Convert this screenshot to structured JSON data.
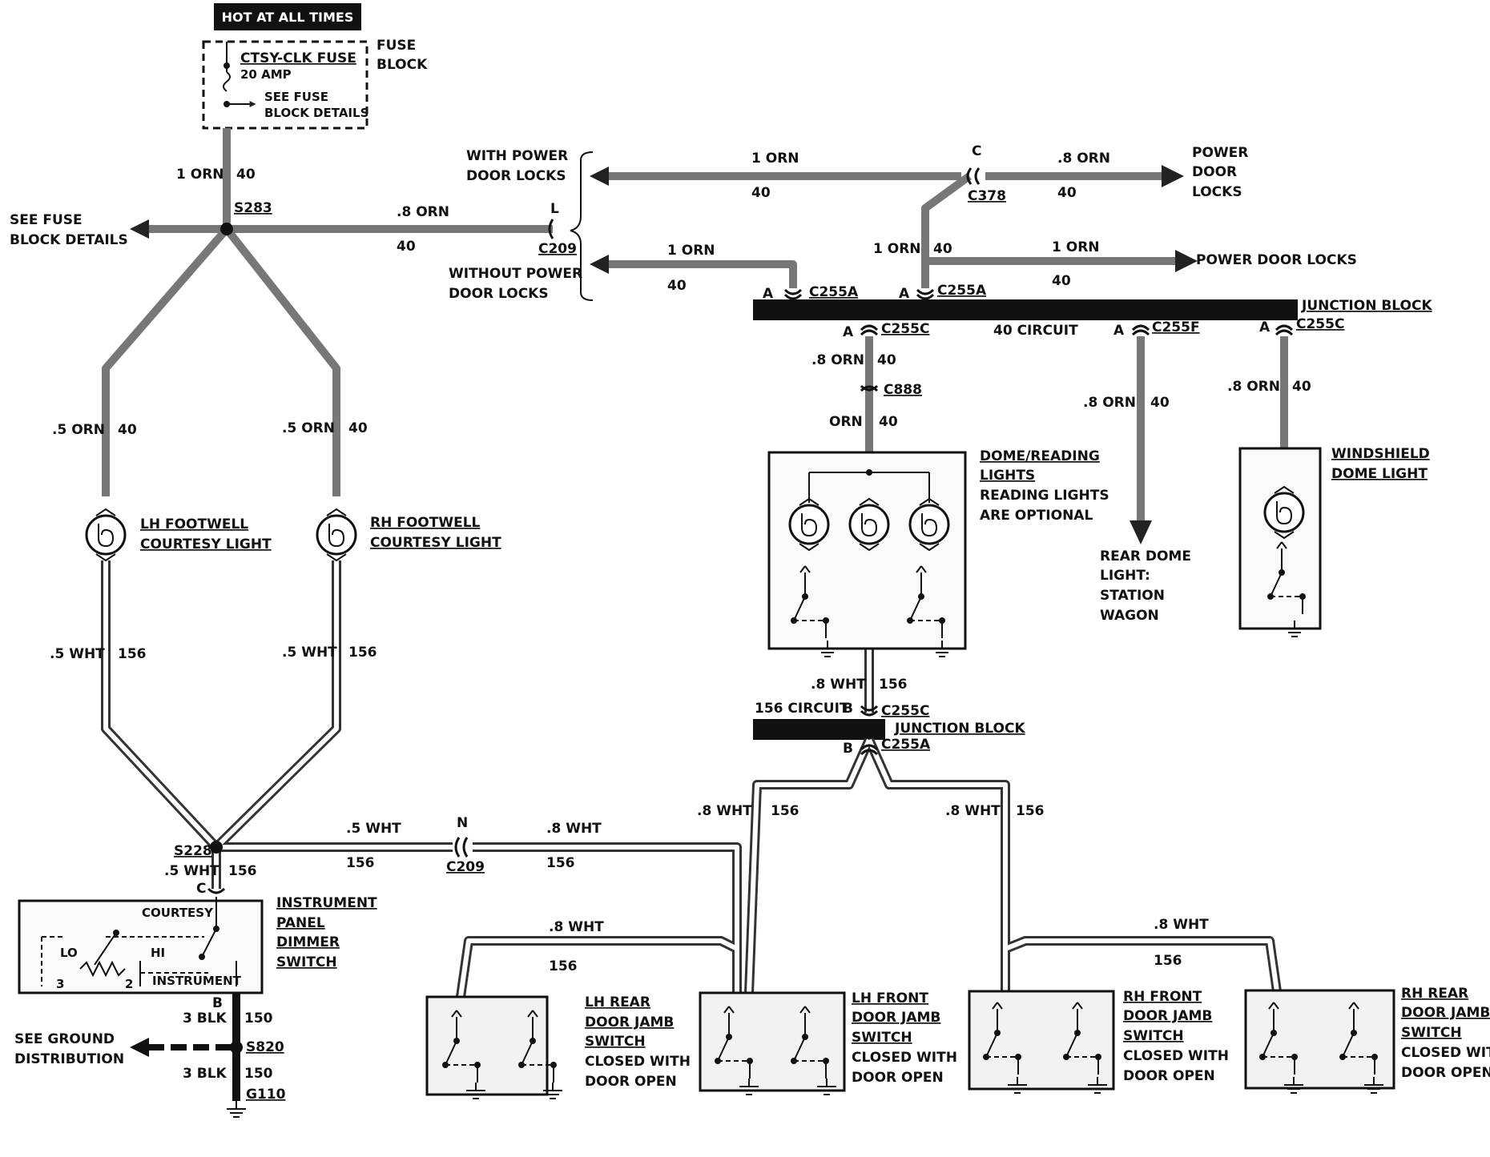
{
  "hot_at_all_times": "HOT AT ALL TIMES",
  "fuse": {
    "name": "CTSY-CLK FUSE",
    "rating": "20 AMP",
    "see_details_1": "SEE FUSE",
    "see_details_2": "BLOCK DETAILS",
    "block_1": "FUSE",
    "block_2": "BLOCK"
  },
  "left_feed": {
    "wire": "1 ORN",
    "circuit": "40",
    "splice": "S283",
    "see_fuse_1": "SEE FUSE",
    "see_fuse_2": "BLOCK DETAILS",
    "wire_to_c209": ".8 ORN",
    "circuit_to_c209": "40",
    "pin_l": "L",
    "c209": "C209"
  },
  "options": {
    "with_1": "WITH POWER",
    "with_2": "DOOR LOCKS",
    "without_1": "WITHOUT POWER",
    "without_2": "DOOR LOCKS"
  },
  "top_right": {
    "wire_a": "1 ORN",
    "circ_a": "40",
    "pin_c": "C",
    "c378": "C378",
    "wire_b": ".8 ORN",
    "circ_b": "40",
    "pdl_1": "POWER",
    "pdl_2": "DOOR",
    "pdl_3": "LOCKS",
    "wire_c": "1 ORN",
    "circ_c": "40",
    "wire_d": "1 ORN",
    "circ_d": "40",
    "wire_e": "1 ORN",
    "circ_e": "40",
    "pdl_right": "POWER DOOR LOCKS",
    "pin_a1": "A",
    "c255a_1": "C255A",
    "pin_a2": "A",
    "c255a_2": "C255A"
  },
  "junction_top": {
    "label": "JUNCTION BLOCK",
    "circuit": "40 CIRCUIT",
    "pin_a1": "A",
    "c1": "C255C",
    "pin_a2": "A",
    "c2": "C255F",
    "pin_a3": "A",
    "c3": "C255C"
  },
  "dome_feed": {
    "wire1": ".8 ORN",
    "circ1": "40",
    "c888": "C888",
    "wire2": "ORN",
    "circ2": "40"
  },
  "dome": {
    "l1": "DOME/READING",
    "l2": "LIGHTS",
    "l3": "READING LIGHTS",
    "l4": "ARE OPTIONAL"
  },
  "rear_dome": {
    "wire": ".8 ORN",
    "circ": "40",
    "l1": "REAR DOME",
    "l2": "LIGHT:",
    "l3": "STATION",
    "l4": "WAGON"
  },
  "windshield": {
    "wire": ".8 ORN",
    "circ": "40",
    "l1": "WINDSHIELD",
    "l2": "DOME LIGHT"
  },
  "footwell": {
    "lh_wire": ".5 ORN",
    "lh_circ": "40",
    "rh_wire": ".5 ORN",
    "rh_circ": "40",
    "lh_1": "LH FOOTWELL",
    "lh_2": "COURTESY LIGHT",
    "rh_1": "RH FOOTWELL",
    "rh_2": "COURTESY LIGHT",
    "lh_wht": ".5 WHT",
    "lh_wcirc": "156",
    "rh_wht": ".5 WHT",
    "rh_wcirc": "156"
  },
  "dimmer": {
    "splice": "S228",
    "wire": ".5 WHT",
    "circ": "156",
    "pin_c": "C",
    "courtesy": "COURTESY",
    "lo": "LO",
    "hi": "HI",
    "instrument": "INSTRUMENT",
    "pin3": "3",
    "pin2": "2",
    "l1": "INSTRUMENT",
    "l2": "PANEL",
    "l3": "DIMMER",
    "l4": "SWITCH"
  },
  "ground": {
    "pin_b": "B",
    "wire1": "3 BLK",
    "circ1": "150",
    "see_1": "SEE GROUND",
    "see_2": "DISTRIBUTION",
    "s820": "S820",
    "wire2": "3 BLK",
    "circ2": "150",
    "g110": "G110"
  },
  "white_run": {
    "wire1": ".5 WHT",
    "circ1": "156",
    "pin_n": "N",
    "c209": "C209",
    "wire2": ".8 WHT",
    "circ2": "156"
  },
  "junction_bottom": {
    "wire": ".8 WHT",
    "circ": "156",
    "circuit": "156 CIRCUIT",
    "pin_b1": "B",
    "c255c": "C255C",
    "label": "JUNCTION BLOCK",
    "pin_b2": "B",
    "c255a": "C255A"
  },
  "branches": {
    "wire_l": ".8 WHT",
    "circ_l": "156",
    "wire_r": ".8 WHT",
    "circ_r": "156",
    "wire_ll": ".8 WHT",
    "circ_ll": "156",
    "wire_rr": ".8 WHT",
    "circ_rr": "156"
  },
  "switches": {
    "lh_rear": [
      "LH REAR",
      "DOOR JAMB",
      "SWITCH",
      "CLOSED WITH",
      "DOOR OPEN"
    ],
    "lh_front": [
      "LH  FRONT",
      "DOOR  JAMB",
      "SWITCH",
      "CLOSED  WITH",
      "DOOR  OPEN"
    ],
    "rh_front": [
      "RH FRONT",
      "DOOR JAMB",
      "SWITCH",
      "CLOSED WITH",
      "DOOR OPEN"
    ],
    "rh_rear": [
      "RH REAR",
      "DOOR JAMB",
      "SWITCH",
      "CLOSED WITH",
      "DOOR OPEN"
    ]
  },
  "colors": {
    "orn_wire": "#777777",
    "wht_wire": "#444444",
    "ink": "#111111"
  }
}
